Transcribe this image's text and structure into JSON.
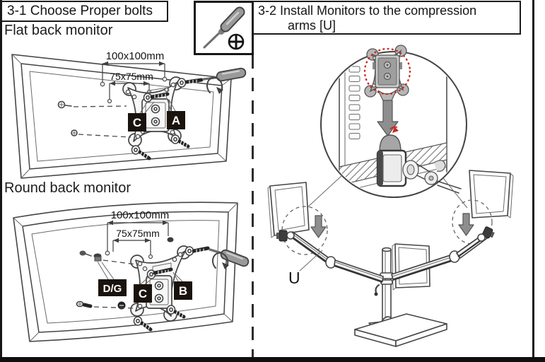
{
  "palette": {
    "line": "#454545",
    "ink": "#161616",
    "accent_red": "#c9291f",
    "tool_gray": "#9a9a9a",
    "arrow_gray": "#8e8e8e"
  },
  "sections": {
    "left": {
      "title": "3-1 Choose Proper bolts",
      "flat": {
        "label": "Flat back monitor",
        "dims": {
          "outer": "100x100mm",
          "inner": "75x75mm"
        },
        "bolt_labels": [
          "C",
          "A"
        ]
      },
      "round": {
        "label": "Round back monitor",
        "dims": {
          "outer": "100x100mm",
          "inner": "75x75mm"
        },
        "bolt_labels": [
          "D/G",
          "C",
          "B"
        ]
      }
    },
    "right": {
      "title_line1": "3-2 Install Monitors to the compression",
      "title_line2": "arms [U]",
      "arm_label": "U"
    },
    "toolbox": {
      "tool_icon": "phillips-screwdriver",
      "bit_icon": "phillips-cross-bit"
    }
  }
}
